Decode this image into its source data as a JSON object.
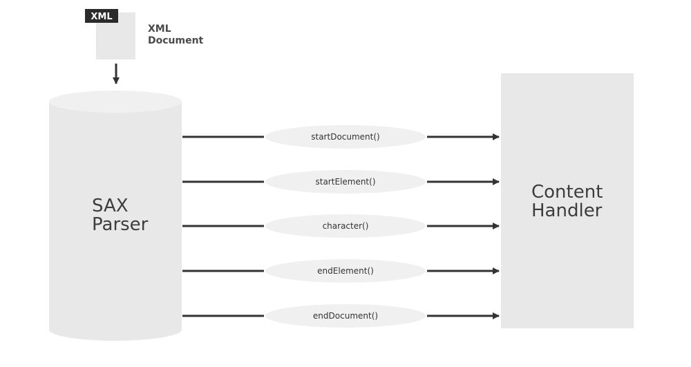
{
  "document": {
    "tag": "XML",
    "label_lines": [
      "XML",
      "Document"
    ]
  },
  "parser": {
    "label_lines": [
      "SAX",
      "Parser"
    ]
  },
  "handler": {
    "label_lines": [
      "Content",
      "Handler"
    ]
  },
  "events": [
    {
      "label": "startDocument()"
    },
    {
      "label": "startElement()"
    },
    {
      "label": "character()"
    },
    {
      "label": "endElement()"
    },
    {
      "label": "endDocument()"
    }
  ],
  "colors": {
    "shape_fill": "#e8e8e8",
    "shape_top": "#f0f0f0",
    "arrow": "#333333",
    "tag_bg": "#2b2b2b",
    "text_dark": "#3d3d3d"
  }
}
